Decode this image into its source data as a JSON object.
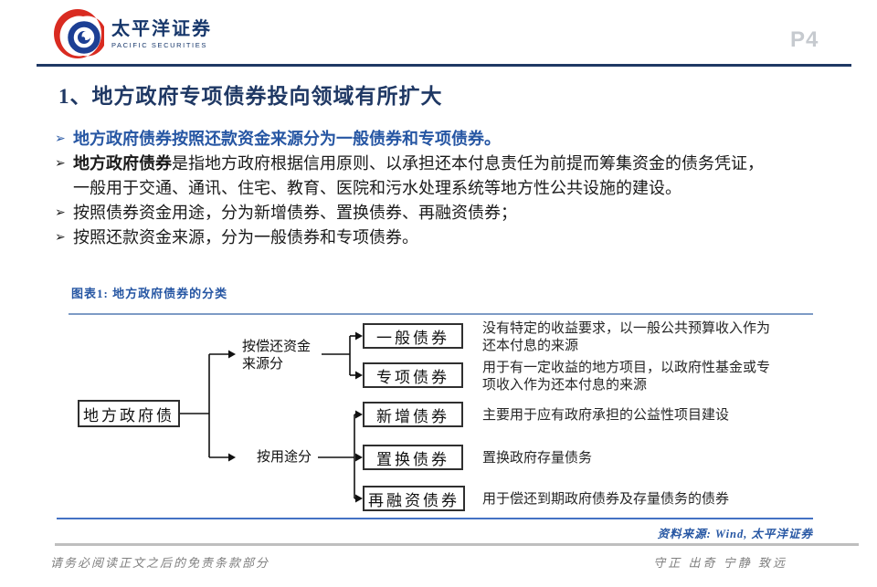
{
  "colors": {
    "navy": "#1F3864",
    "blue": "#2656A3",
    "logo_red": "#D92B21",
    "logo_blue": "#1C3F94",
    "line_steel": "#7D9BC5",
    "line_blue": "#4472C4",
    "line_gray": "#BFBFBF",
    "text_gray": "#7F7F7F",
    "page_num_gray": "#C6CACF",
    "black": "#1A1A1A"
  },
  "header": {
    "logo_cn": "太平洋证券",
    "logo_en": "PACIFIC SECURITIES",
    "page_number": "P4"
  },
  "title": "1、地方政府专项债券投向领域有所扩大",
  "bullets": [
    {
      "marker": "➢",
      "prefix": "",
      "text": "地方政府债券按照还款资金来源分为一般债券和专项债券。"
    },
    {
      "marker": "➢",
      "prefix": "地方政府债券",
      "text": "是指地方政府根据信用原则、以承担还本付息责任为前提而筹集资金的债务凭证，"
    },
    {
      "marker": "",
      "prefix": "",
      "text": "一般用于交通、通讯、住宅、教育、医院和污水处理系统等地方性公共设施的建设。"
    },
    {
      "marker": "➢",
      "prefix": "",
      "text": "按照债券资金用途，分为新增债券、置换债券、再融资债券；"
    },
    {
      "marker": "➢",
      "prefix": "",
      "text": "按照还款资金来源，分为一般债券和专项债券。"
    }
  ],
  "figure": {
    "caption": "图表1: 地方政府债券的分类",
    "root": "地方政府债",
    "groups": [
      {
        "label": "按偿还资金来源分",
        "items": [
          {
            "box": "一般债券",
            "desc": "没有特定的收益要求，以一般公共预算收入作为还本付息的来源"
          },
          {
            "box": "专项债券",
            "desc": "用于有一定收益的地方项目，以政府性基金或专项收入作为还本付息的来源"
          }
        ]
      },
      {
        "label": "按用途分",
        "items": [
          {
            "box": "新增债券",
            "desc": "主要用于应有政府承担的公益性项目建设"
          },
          {
            "box": "置换债券",
            "desc": "置换政府存量债务"
          },
          {
            "box": "再融资债券",
            "desc": "用于偿还到期政府债券及存量债务的债券"
          }
        ]
      }
    ],
    "source": "资料来源: Wind, 太平洋证券"
  },
  "footer": {
    "left": "请务必阅读正文之后的免责条款部分",
    "right": "守正 出奇 宁静 致远"
  }
}
